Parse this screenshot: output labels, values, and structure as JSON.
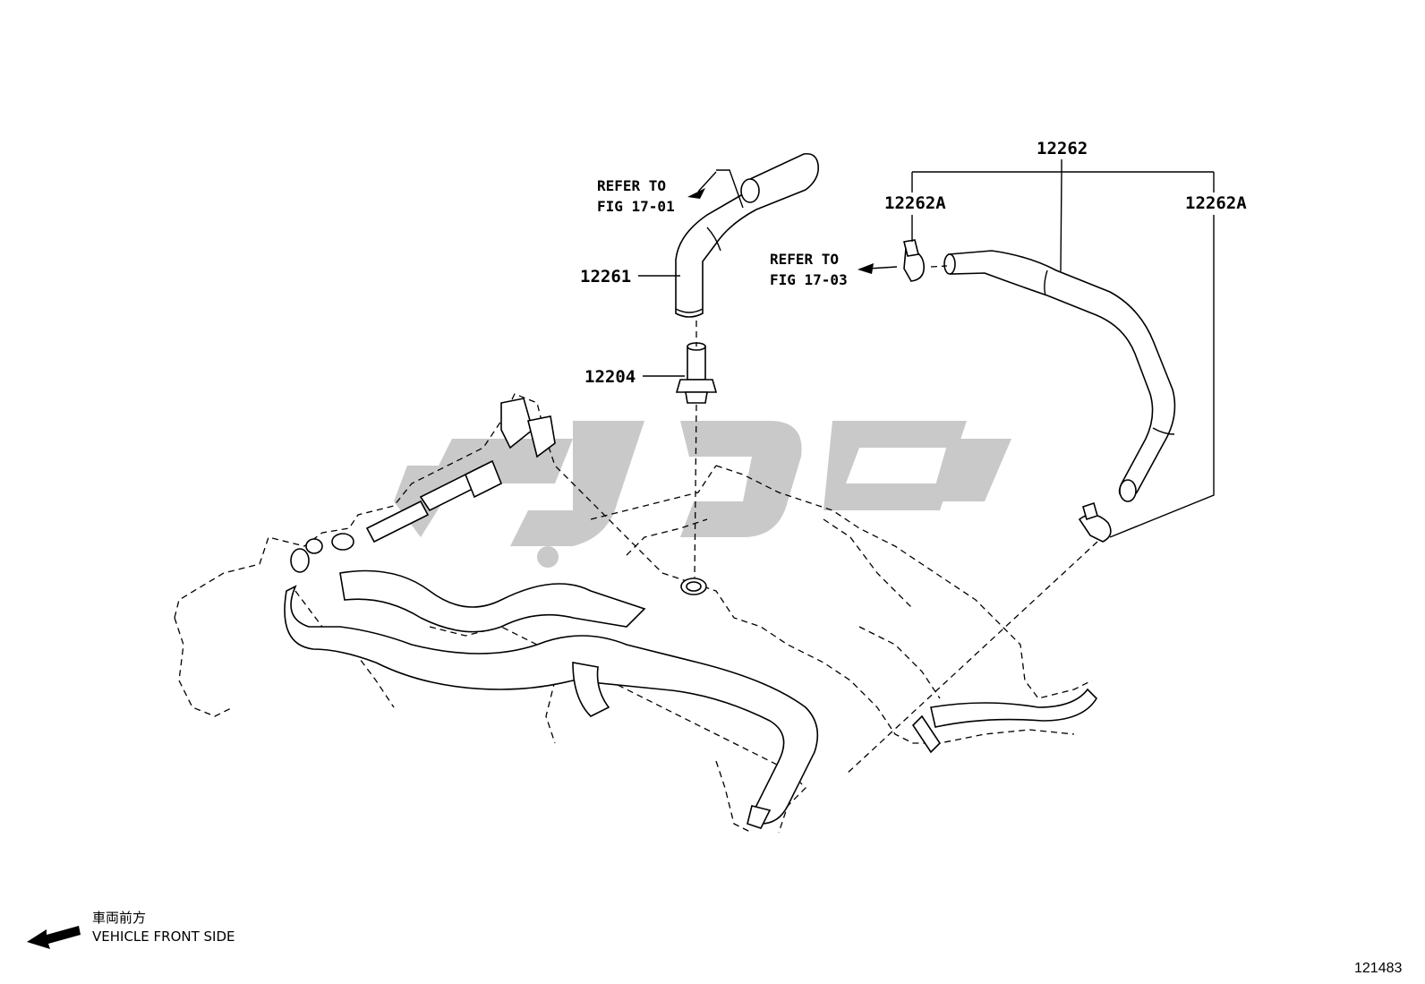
{
  "labels": {
    "part_12262": "12262",
    "part_12262a_left": "12262A",
    "part_12262a_right": "12262A",
    "part_12261": "12261",
    "part_12204": "12204"
  },
  "refs": {
    "ref1_line1": "REFER TO",
    "ref1_line2": "FIG 17-01",
    "ref2_line1": "REFER TO",
    "ref2_line2": "FIG 17-03"
  },
  "front": {
    "japanese": "車両前方",
    "english": "VEHICLE FRONT SIDE"
  },
  "figure_number": "121483",
  "colors": {
    "line": "#000000",
    "watermark": "#c9c9c9",
    "background": "#ffffff"
  }
}
